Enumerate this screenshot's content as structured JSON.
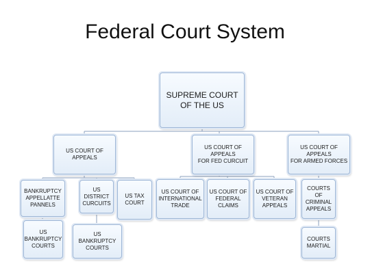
{
  "title": "Federal Court System",
  "nodes": {
    "supreme": "SUPREME COURT\nOF THE US",
    "appeals": "US COURT OF\nAPPEALS",
    "fed": "US COURT OF APPEALS\nFOR FED CURCUIT",
    "armed": "US COURT OF APPEALS\nFOR ARMED FORCES",
    "bap": "BANKRUPTCY\nAPPELLATTE\nPANNELS",
    "district": "US\nDISTRICT\nCURCUITS",
    "tax": "US TAX\nCOURT",
    "intl": "US COURT OF\nINTERNATIONAL\nTRADE",
    "claims": "US COURT OF\nFEDERAL\nCLAIMS",
    "veteran": "US COURT OF\nVETERAN\nAPPEALS",
    "criminal": "COURTS\nOF\nCRIMINAL\nAPPEALS",
    "bkcourts": "US\nBANKRUPTCY\nCOURTS",
    "bkcourts2": "US BANKRUPTCY\nCOURTS",
    "martial": "COURTS\nMARTIAL"
  }
}
